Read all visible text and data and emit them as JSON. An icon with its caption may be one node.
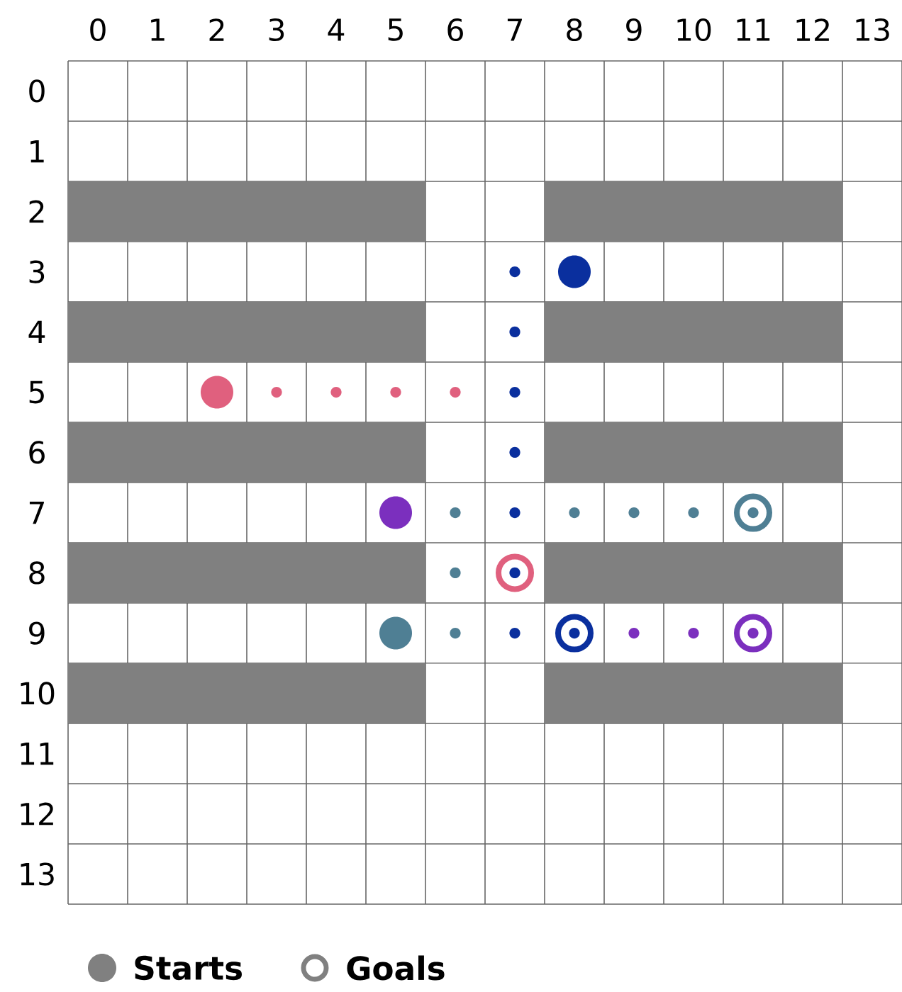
{
  "diagram": {
    "labels": [
      "0",
      "1",
      "2",
      "3",
      "4",
      "5",
      "6",
      "7",
      "8",
      "9",
      "10",
      "11",
      "12",
      "13",
      "0",
      "1",
      "2",
      "3",
      "4",
      "5",
      "6",
      "7",
      "8",
      "9",
      "10",
      "11",
      "12",
      "13"
    ],
    "legend": [
      {
        "text": "Starts"
      },
      {
        "text": "Goals"
      }
    ]
  }
}
